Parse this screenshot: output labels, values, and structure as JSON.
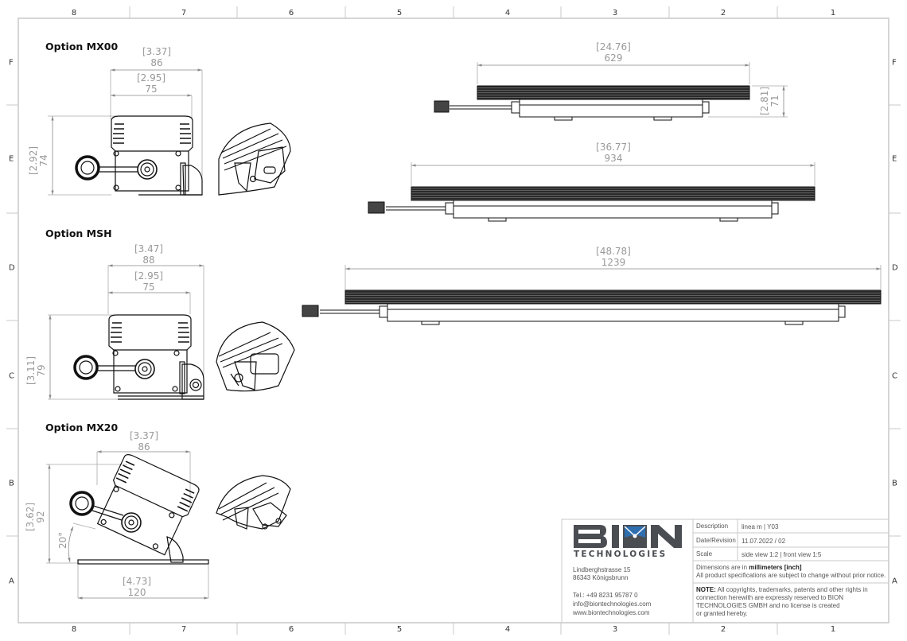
{
  "sheet": {
    "zone_columns": [
      "8",
      "7",
      "6",
      "5",
      "4",
      "3",
      "2",
      "1"
    ],
    "zone_rows": [
      "F",
      "E",
      "D",
      "C",
      "B",
      "A"
    ]
  },
  "views": {
    "mx00": {
      "title": "Option MX00",
      "width_outer": {
        "inch": "[3.37]",
        "mm": "86"
      },
      "width_inner": {
        "inch": "[2.95]",
        "mm": "75"
      },
      "height": {
        "inch": "[2.92]",
        "mm": "74"
      }
    },
    "msh": {
      "title": "Option MSH",
      "width_outer": {
        "inch": "[3.47]",
        "mm": "88"
      },
      "width_inner": {
        "inch": "[2.95]",
        "mm": "75"
      },
      "height": {
        "inch": "[3.11]",
        "mm": "79"
      }
    },
    "mx20": {
      "title": "Option MX20",
      "width_outer": {
        "inch": "[3.37]",
        "mm": "86"
      },
      "height": {
        "inch": "[3.62]",
        "mm": "92"
      },
      "angle": "20°",
      "base_width": {
        "inch": "[4.73]",
        "mm": "120"
      }
    },
    "front_629": {
      "length": {
        "inch": "[24.76]",
        "mm": "629"
      },
      "height": {
        "inch": "[2.81]",
        "mm": "71"
      }
    },
    "front_934": {
      "length": {
        "inch": "[36.77]",
        "mm": "934"
      }
    },
    "front_1239": {
      "length": {
        "inch": "[48.78]",
        "mm": "1239"
      }
    }
  },
  "title_block": {
    "logo": {
      "word": "BION",
      "subtitle": "TECHNOLOGIES",
      "accent_color": "#2f6fb0",
      "gray_color": "#4a4d52"
    },
    "address_line1": "Lindberghstrasse 15",
    "address_line2": "86343 Königsbrunn",
    "phone": "Tel.: +49 8231 95787 0",
    "email": "info@biontechnologies.com",
    "website": "www.biontechnologies.com",
    "description_label": "Description",
    "description_value": "linea m | Y03",
    "date_label": "Date/Revision",
    "date_value": "11.07.2022 / 02",
    "scale_label": "Scale",
    "scale_value": "side view 1:2  | front view 1:5",
    "dimensions_prefix": "Dimensions are in ",
    "dimensions_bold": "millimeters [inch]",
    "spec_notice": "All product specifications are subject to change without prior notice.",
    "note_label": "NOTE:",
    "note_line1": " All copyrights, trademarks, patents and other rights in",
    "note_line2": "connection herewith are expressly reserved to BION",
    "note_line3": "TECHNOLOGIES GMBH and no license is created",
    "note_line4": "or granted hereby."
  }
}
